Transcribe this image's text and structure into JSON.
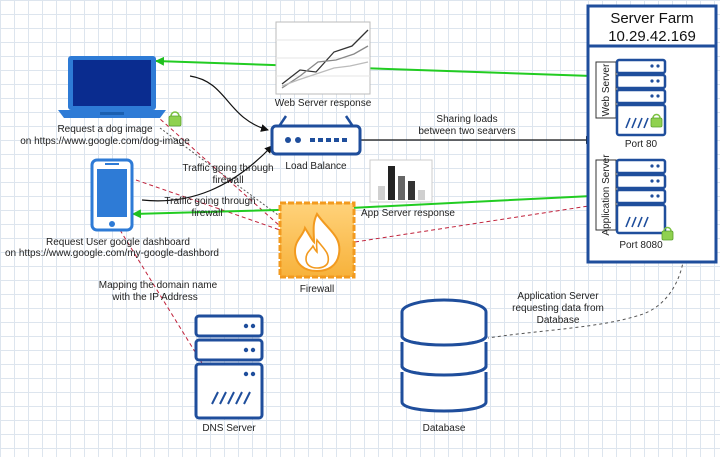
{
  "server_farm": {
    "title": "Server Farm",
    "ip": "10.29.42.169"
  },
  "web_server": {
    "label": "Web Server",
    "port": "Port 80"
  },
  "app_server": {
    "label": "Application Server",
    "port": "Port 8080"
  },
  "laptop": {
    "line1": "Request a dog image",
    "line2": "on https://www.google.com/dog-image"
  },
  "phone": {
    "line1": "Request User google dashboard",
    "line2": "on https://www.google.com/my-google-dashbord"
  },
  "load_balancer": {
    "label": "Load Balance"
  },
  "sharing": {
    "line1": "Sharing loads",
    "line2": "between two searvers"
  },
  "web_response": {
    "label": "Web Server response"
  },
  "app_response": {
    "label": "App Server response"
  },
  "traffic_upper": {
    "line1": "Traffic going through",
    "line2": "firewall"
  },
  "traffic_lower": {
    "line1": "Traffic going through",
    "line2": "firewall"
  },
  "firewall": {
    "label": "Firewall"
  },
  "dns": {
    "label": "DNS Server"
  },
  "mapping": {
    "line1": "Mapping the domain name",
    "line2": "with the IP Address"
  },
  "database": {
    "label": "Database"
  },
  "app_db": {
    "line1": "Application Server",
    "line2": "requesting data from",
    "line3": "Database"
  },
  "colors": {
    "accent_blue": "#1f4e9c",
    "device_blue": "#2e7bd6",
    "green_arrow": "#22cc22",
    "red_dash": "#c0223b",
    "firewall_orange": "#f29a1f"
  }
}
